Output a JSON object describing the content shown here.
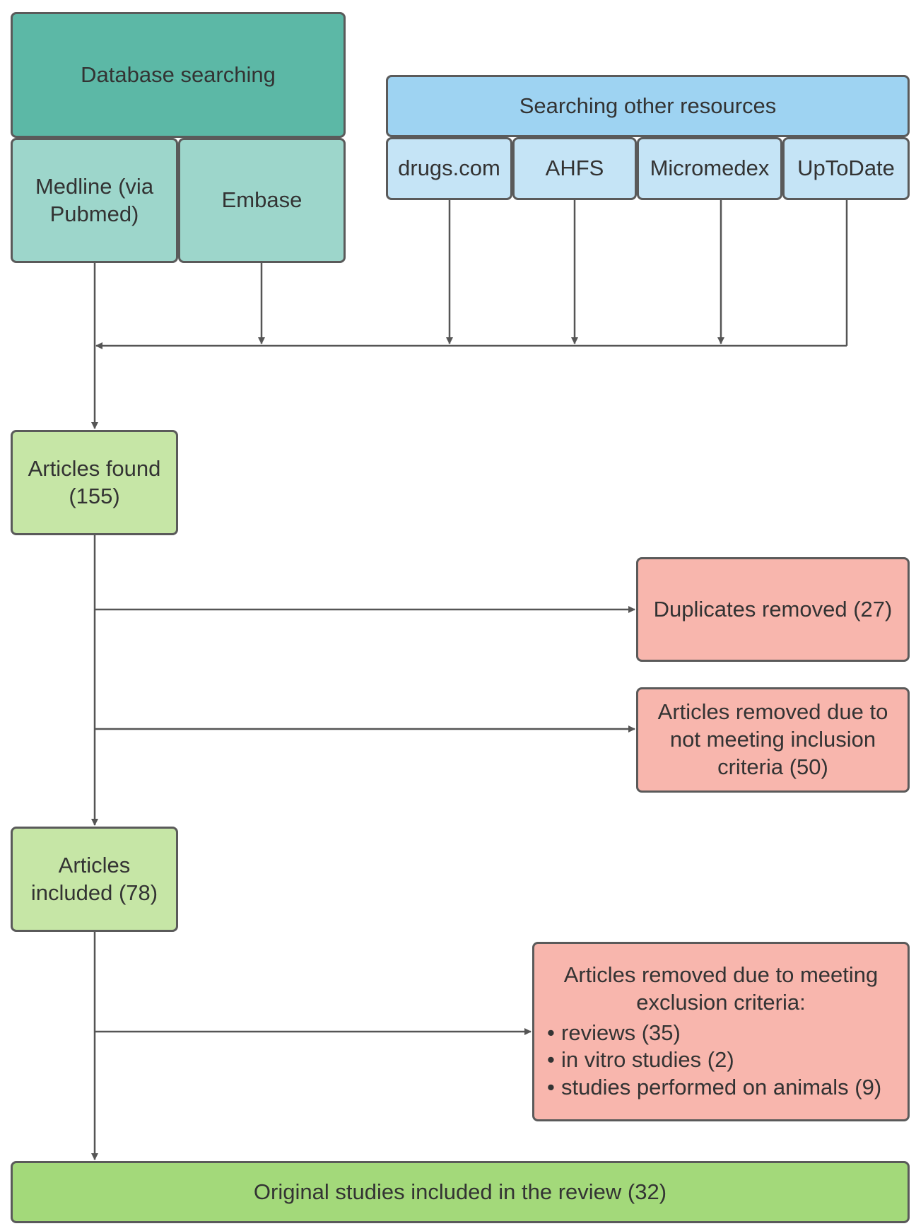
{
  "database": {
    "header": "Database searching",
    "sources": [
      "Medline (via Pubmed)",
      "Embase"
    ]
  },
  "other": {
    "header": "Searching other resources",
    "sources": [
      "drugs.com",
      "AHFS",
      "Micromedex",
      "UpToDate"
    ]
  },
  "articles_found": "Articles found (155)",
  "duplicates_removed": "Duplicates removed (27)",
  "inclusion_removed": "Articles removed due to not meeting inclusion criteria (50)",
  "articles_included": "Articles included (78)",
  "exclusion": {
    "title": "Articles removed due to meeting exclusion criteria:",
    "items": [
      "reviews (35)",
      "in vitro studies (2)",
      "studies performed on animals (9)"
    ]
  },
  "final": "Original studies included in the review (32)",
  "colors": {
    "database_header": "#5cb8a6",
    "database_source": "#9dd6cb",
    "other_header": "#9ed3f2",
    "other_source": "#c5e4f6",
    "stage": "#c6e6a6",
    "final": "#a3d97a",
    "removed": "#f8b6ad",
    "line": "#555555"
  }
}
